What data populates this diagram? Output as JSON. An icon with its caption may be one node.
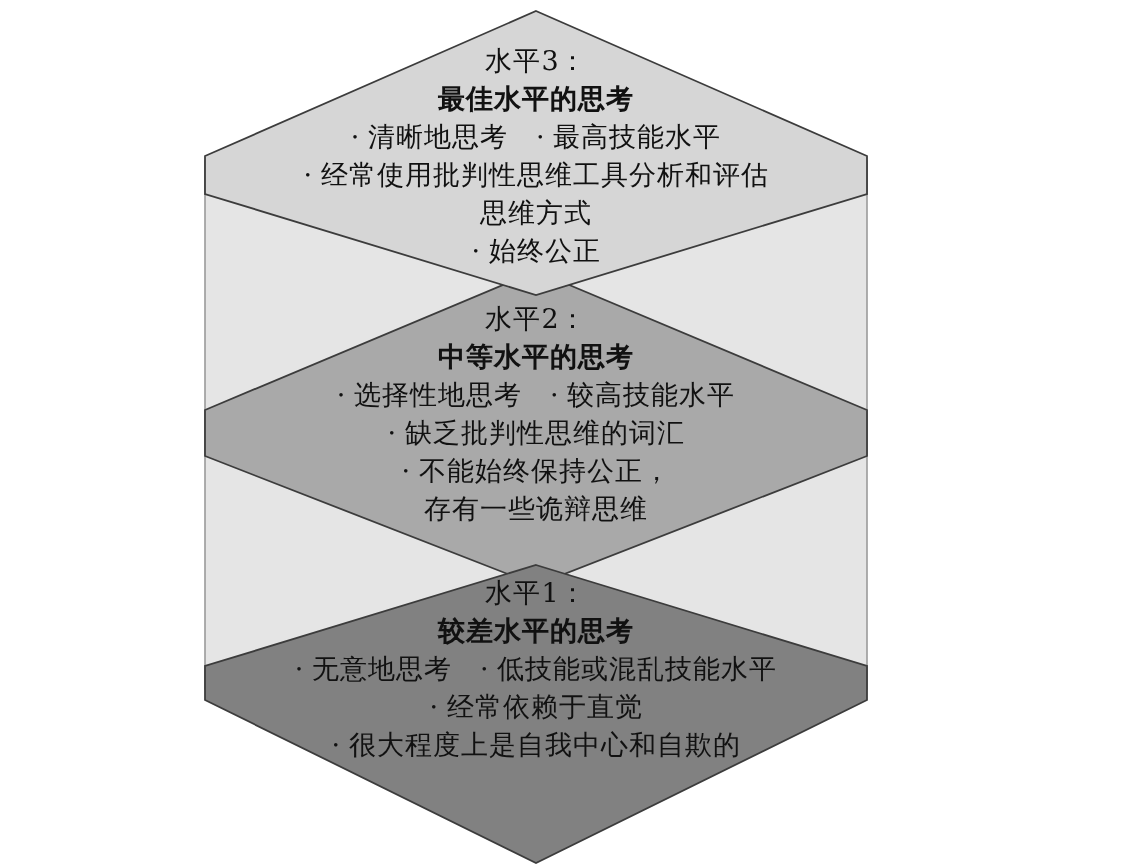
{
  "diagram": {
    "nodes": [
      {
        "text": [
          "水平3：",
          "最佳水平的思考",
          "· 清晰地思考",
          "· 最高技能水平",
          "· 经常使用批判性思维工具分析和评估思维方式",
          "· 始终公正"
        ]
      },
      {
        "text": [
          "水平2：",
          "中等水平的思考",
          "· 选择性地思考",
          "· 较高技能水平",
          "· 缺乏批判性思维的词汇",
          "· 不能始终保持公正，存有一些诡辩思维"
        ]
      },
      {
        "text": [
          "水平1：",
          "较差水平的思考",
          "· 无意地思考",
          "· 低技能或混乱技能水平",
          "· 经常依赖于直觉",
          "· 很大程度上是自我中心和自欺的"
        ]
      }
    ]
  }
}
